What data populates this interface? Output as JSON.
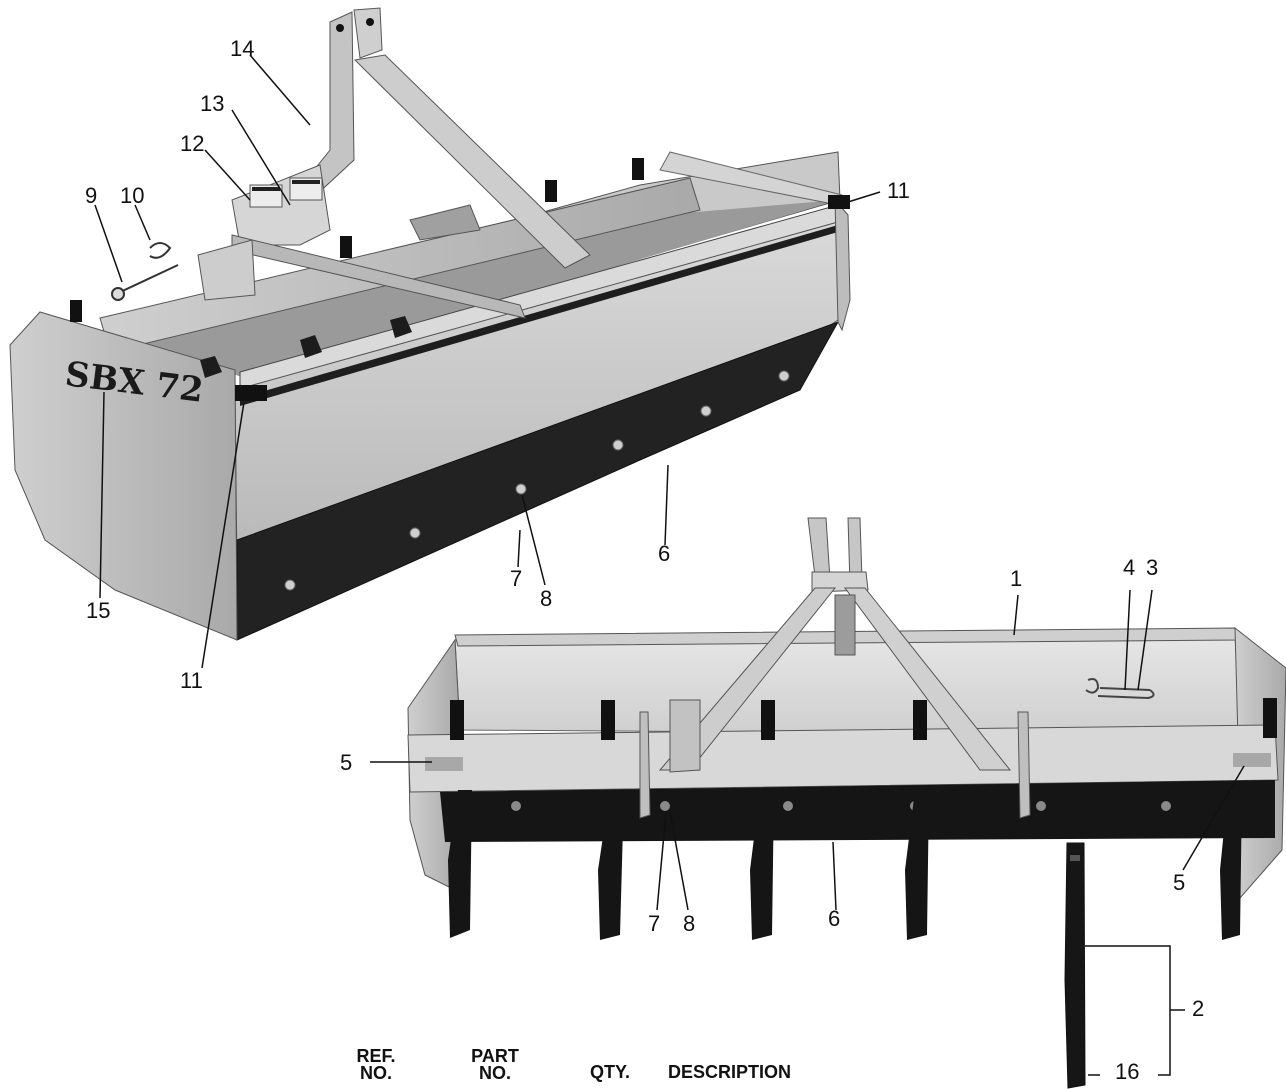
{
  "callouts": [
    {
      "id": "c14",
      "text": "14"
    },
    {
      "id": "c13",
      "text": "13"
    },
    {
      "id": "c12",
      "text": "12"
    },
    {
      "id": "c9",
      "text": "9"
    },
    {
      "id": "c10",
      "text": "10"
    },
    {
      "id": "c11a",
      "text": "11"
    },
    {
      "id": "c11b",
      "text": "11"
    },
    {
      "id": "c15",
      "text": "15"
    },
    {
      "id": "c6a",
      "text": "6"
    },
    {
      "id": "c7a",
      "text": "7"
    },
    {
      "id": "c8a",
      "text": "8"
    },
    {
      "id": "c1",
      "text": "1"
    },
    {
      "id": "c4",
      "text": "4"
    },
    {
      "id": "c3",
      "text": "3"
    },
    {
      "id": "c5a",
      "text": "5"
    },
    {
      "id": "c5b",
      "text": "5"
    },
    {
      "id": "c7b",
      "text": "7"
    },
    {
      "id": "c8b",
      "text": "8"
    },
    {
      "id": "c6b",
      "text": "6"
    },
    {
      "id": "c2",
      "text": "2"
    },
    {
      "id": "c16",
      "text": "16"
    }
  ],
  "decal": "SBX 72",
  "table_header": {
    "ref_no": "REF.\nNO.",
    "part_no": "PART\nNO.",
    "qty": "QTY.",
    "description": "DESCRIPTION"
  }
}
